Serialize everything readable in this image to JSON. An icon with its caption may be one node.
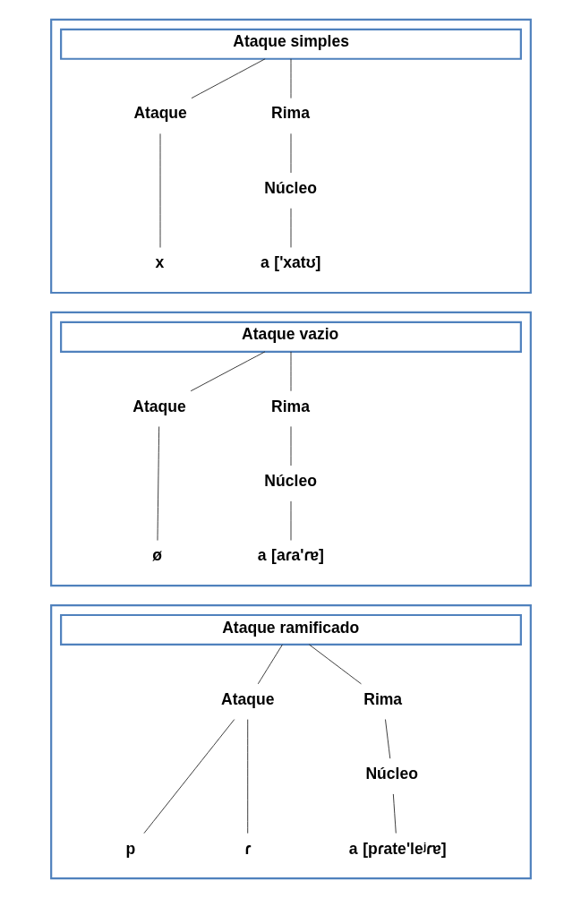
{
  "diagram": {
    "nodes": [
      {
        "text": [],
        "shape": "box"
      },
      {
        "text": [
          "Ataque simples"
        ],
        "in": 0
      },
      {
        "text": [
          "Ataque"
        ],
        "in": 0
      },
      {
        "text": [
          "Rima"
        ],
        "in": 0
      },
      {
        "text": [
          "Núcleo"
        ],
        "in": 0
      },
      {
        "text": [
          "x"
        ],
        "in": 0
      },
      {
        "text": [
          "a"
        ],
        "in": 0,
        "beside": [
          "['xatʊ]"
        ]
      },
      {
        "text": [],
        "shape": "box"
      },
      {
        "text": [
          "Ataque vazio"
        ],
        "in": 7
      },
      {
        "text": [
          "Ataque"
        ],
        "in": 7
      },
      {
        "text": [
          "Rima"
        ],
        "in": 7
      },
      {
        "text": [
          "Núcleo"
        ],
        "in": 7
      },
      {
        "text": [
          "ø"
        ],
        "in": 7
      },
      {
        "text": [
          "a"
        ],
        "in": 7,
        "beside": [
          "[aɾa'ɾɐ]"
        ]
      },
      {
        "text": [],
        "shape": "box"
      },
      {
        "text": [
          "Ataque ramificado"
        ],
        "in": 14
      },
      {
        "text": [
          "Ataque"
        ],
        "in": 14
      },
      {
        "text": [
          "Rima"
        ],
        "in": 14
      },
      {
        "text": [
          "Núcleo"
        ],
        "in": 14
      },
      {
        "text": [
          "p"
        ],
        "in": 14
      },
      {
        "text": [
          "ɾ"
        ],
        "in": 14
      },
      {
        "text": [
          "a"
        ],
        "in": 14,
        "beside": [
          "[pɾate'leʲɾɐ]"
        ]
      }
    ],
    "edges": [
      {
        "from": 1,
        "to": 2,
        "arrow": "none"
      },
      {
        "from": 1,
        "to": 3,
        "arrow": "none"
      },
      {
        "from": 2,
        "to": 5,
        "arrow": "none"
      },
      {
        "from": 3,
        "to": 4,
        "arrow": "none"
      },
      {
        "from": 4,
        "to": 6,
        "arrow": "none"
      },
      {
        "from": 8,
        "to": 9,
        "arrow": "none"
      },
      {
        "from": 8,
        "to": 10,
        "arrow": "none"
      },
      {
        "from": 9,
        "to": 12,
        "arrow": "none"
      },
      {
        "from": 10,
        "to": 11,
        "arrow": "none"
      },
      {
        "from": 11,
        "to": 13,
        "arrow": "none"
      },
      {
        "from": 15,
        "to": 16,
        "arrow": "none"
      },
      {
        "from": 15,
        "to": 17,
        "arrow": "none"
      },
      {
        "from": 16,
        "to": 19,
        "arrow": "none"
      },
      {
        "from": 16,
        "to": 20,
        "arrow": "none"
      },
      {
        "from": 17,
        "to": 18,
        "arrow": "none"
      },
      {
        "from": 18,
        "to": 21,
        "arrow": "none"
      }
    ]
  }
}
